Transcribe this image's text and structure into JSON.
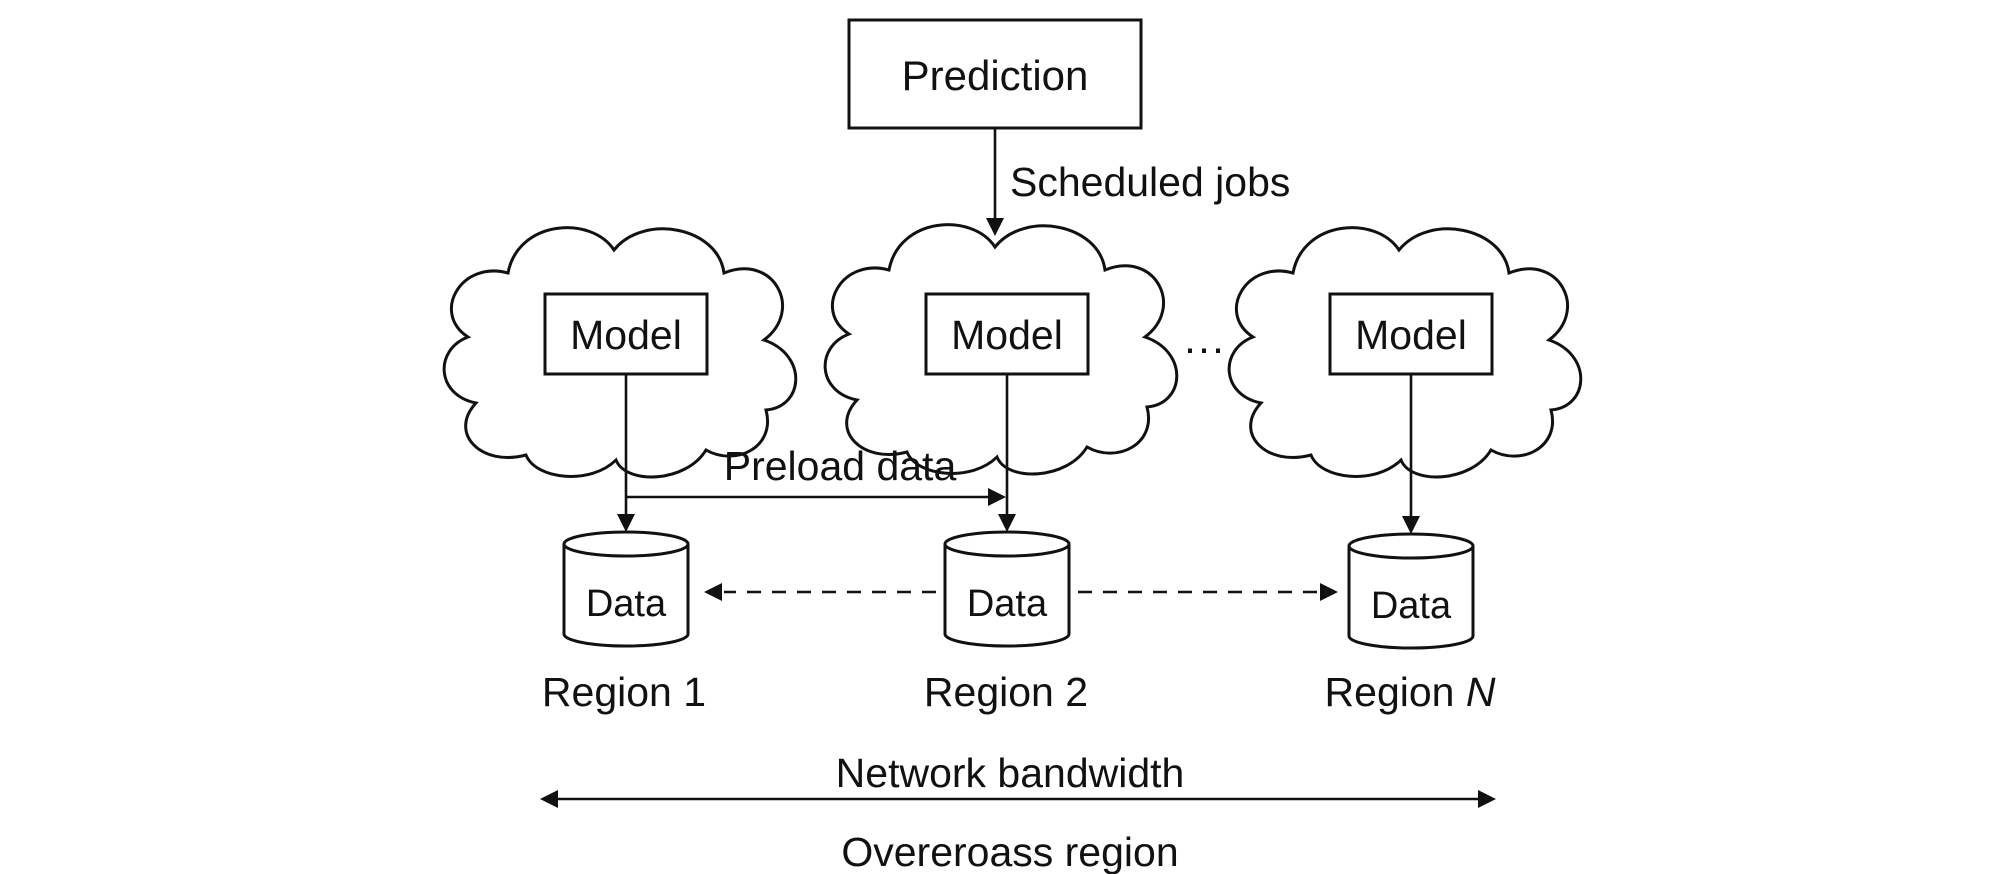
{
  "prediction": {
    "label": "Prediction"
  },
  "scheduled_jobs": {
    "label": "Scheduled jobs"
  },
  "preload": {
    "label": "Preload data"
  },
  "ellipsis": "···",
  "regions": [
    {
      "model_label": "Model",
      "data_label": "Data",
      "region_prefix": "Region ",
      "region_suffix": "1",
      "suffix_style": "normal"
    },
    {
      "model_label": "Model",
      "data_label": "Data",
      "region_prefix": "Region ",
      "region_suffix": "2",
      "suffix_style": "normal"
    },
    {
      "model_label": "Model",
      "data_label": "Data",
      "region_prefix": "Region ",
      "region_suffix": "N",
      "suffix_style": "italic"
    }
  ],
  "bandwidth": {
    "label": "Network bandwidth"
  },
  "footer": {
    "label": "Overeroass region"
  },
  "colors": {
    "stroke": "#111111",
    "background": "#ffffff"
  }
}
